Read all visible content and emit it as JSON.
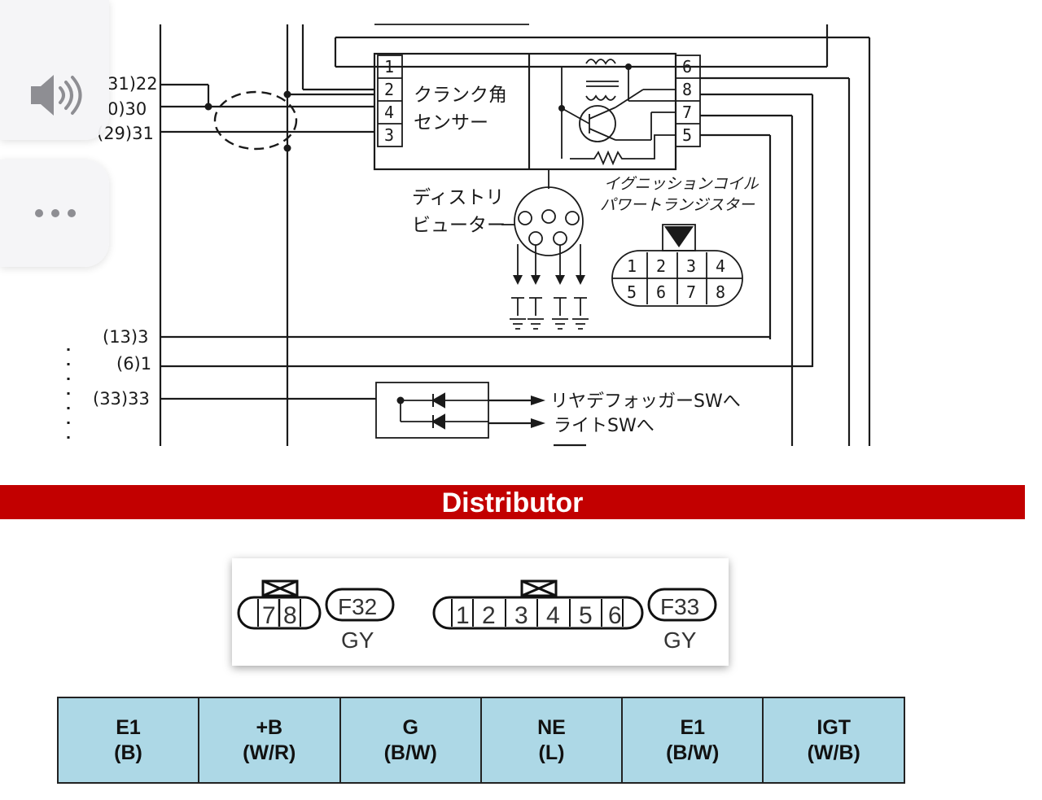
{
  "schematic": {
    "left_wires": [
      "31)22",
      "0)30",
      "(29)31",
      "(13)3",
      "(6)1",
      "(33)33"
    ],
    "crank_sensor": {
      "pins": [
        "1",
        "2",
        "4",
        "3"
      ],
      "label_line1": "クランク角",
      "label_line2": "センサー"
    },
    "coil_pins": [
      "6",
      "8",
      "7",
      "5"
    ],
    "coil_label_line1": "イグニッションコイル",
    "coil_label_line2": "パワートランジスター",
    "distributor_label_line1": "ディストリ",
    "distributor_label_line2": "ビューター",
    "plug_pins_top": [
      "1",
      "2",
      "3",
      "4"
    ],
    "plug_pins_bottom": [
      "5",
      "6",
      "7",
      "8"
    ],
    "rear_defogger_label": "リヤデフォッガーSWへ",
    "light_switch_label": "ライトSWへ"
  },
  "banner": {
    "title": "Distributor"
  },
  "connectors": {
    "f32": {
      "pins": [
        "7",
        "8"
      ],
      "id": "F32",
      "color": "GY"
    },
    "f33": {
      "pins": [
        "1",
        "2",
        "3",
        "4",
        "5",
        "6"
      ],
      "id": "F33",
      "color": "GY"
    }
  },
  "pin_table": [
    {
      "signal": "E1",
      "wire": "(B)"
    },
    {
      "signal": "+B",
      "wire": "(W/R)"
    },
    {
      "signal": "G",
      "wire": "(B/W)"
    },
    {
      "signal": "NE",
      "wire": "(L)"
    },
    {
      "signal": "E1",
      "wire": "(B/W)"
    },
    {
      "signal": "IGT",
      "wire": "(W/B)"
    }
  ],
  "overlay": {
    "sound_icon": "speaker-icon",
    "more_icon": "more-dots-icon"
  }
}
